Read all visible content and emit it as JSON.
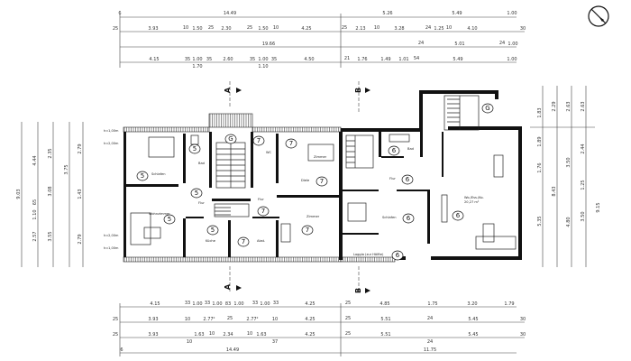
{
  "dimensions": {
    "top": {
      "row1": [
        "6",
        "14.49",
        "5.26",
        "5.49",
        "1.00"
      ],
      "row2": [
        "25",
        "3.93",
        "10",
        "1.50",
        "25",
        "2.30",
        "25",
        "1.50",
        "10",
        "4.25",
        "25",
        "2.13",
        "10",
        "3.28",
        "24",
        "1.25",
        "10",
        "4.10",
        "30"
      ],
      "row3": [
        "19.66",
        "24",
        "5.01",
        "24",
        "1.00"
      ],
      "row4": [
        "4.15",
        "35",
        "1.00",
        "35",
        "2.60",
        "35",
        "1.00",
        "35",
        "4.50",
        "21",
        "1.76",
        "1.49",
        "1.01",
        "54",
        "5.49",
        "1.00",
        "1.70",
        "1.10"
      ]
    },
    "bottom": {
      "row1": [
        "4.15",
        "33",
        "1.00",
        "33",
        "1.00",
        "83",
        "1.00",
        "33",
        "1.00",
        "33",
        "4.25",
        "25",
        "4.85",
        "1.75",
        "3.20",
        "1.79"
      ],
      "row2": [
        "25",
        "3.93",
        "10",
        "2.77²",
        "25",
        "2.77²",
        "10",
        "4.25",
        "25",
        "5.51",
        "24",
        "5.45",
        "30"
      ],
      "row3": [
        "25",
        "3.93",
        "1.63",
        "10",
        "2.34",
        "10",
        "1.63",
        "4.25",
        "25",
        "5.51",
        "5.45",
        "30",
        "10",
        "37",
        "24"
      ],
      "row4": [
        "6",
        "14.49",
        "11.75"
      ]
    },
    "left": [
      "9.03",
      "4.44",
      "2.57",
      "3.08",
      "3.55",
      "2.35",
      "2.79",
      "1.43",
      "2.79",
      "65",
      "1.10",
      "3.75"
    ],
    "right": [
      "1.83",
      "1.89",
      "1.76",
      "5.35",
      "2.29",
      "8.43",
      "4.80",
      "2.63",
      "3.50",
      "3.50",
      "2.63",
      "2.44",
      "9.15",
      "1.25"
    ]
  },
  "levels": [
    "h≈1,00m",
    "h≈2,00m",
    "h≈2,00m",
    "h≈1,00m"
  ],
  "sections": {
    "a": "A",
    "b": "B"
  },
  "apartments": {
    "n5": "5",
    "n6": "6",
    "n7": "7",
    "stair": "G"
  },
  "rooms": {
    "schlafen_left": "Schlafen",
    "bad_left": "Bad",
    "wohnzimmer": "Wohnzimmer",
    "flur_left": "Flur",
    "kueche": "Küche",
    "wc": "WC",
    "zimmer_top": "Zimmer",
    "diele": "Diele",
    "flur_mid": "Flur",
    "zimmer_bottom": "Zimmer",
    "abst": "Abst.",
    "bad_right": "Bad",
    "flur_right": "Flur",
    "schlafen_right": "Schlafen",
    "wohnen": "Wo./Ess./Ko.",
    "wohnen_area": "20,27 m²",
    "loggia": "Loggia (zur Hälfte)"
  },
  "colors": {
    "walls": "#111111",
    "lines": "#444444"
  }
}
